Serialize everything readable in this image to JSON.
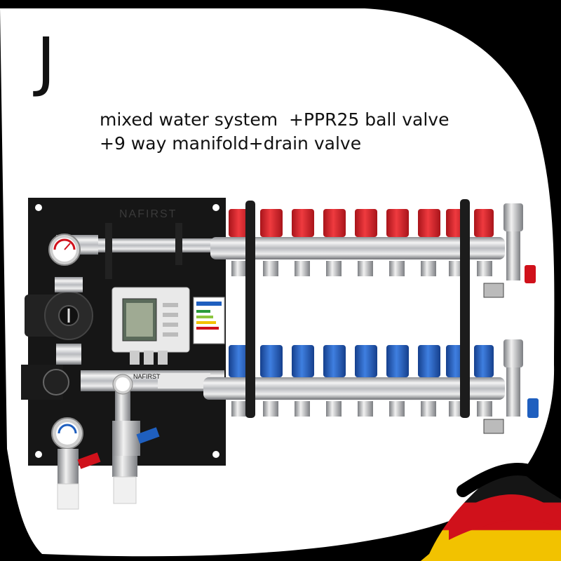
{
  "badge": {
    "letter": "J"
  },
  "caption": {
    "line1": "mixed water system  +PPR25 ball valve",
    "line2": "+9 way manifold+drain valve"
  },
  "product": {
    "brand_panel": "NAFIRST",
    "brand_label": "NAFIRST",
    "manifold_ways": 9,
    "supply_cap_color": "#d81f26",
    "return_cap_color": "#1f5fbf"
  },
  "flag": {
    "colors": [
      "#111111",
      "#d0111b",
      "#f2c200"
    ]
  }
}
